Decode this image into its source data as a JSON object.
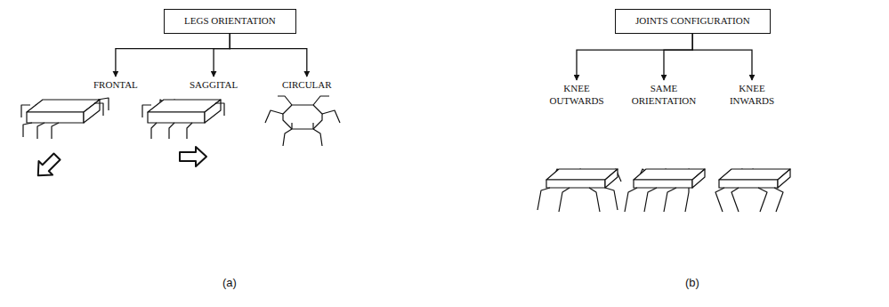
{
  "diagram": {
    "nodes": [
      {
        "text": [
          "LEGS ORIENTATION"
        ]
      },
      {
        "text": [
          "FRONTAL"
        ]
      },
      {
        "text": [
          "SAGGITAL"
        ]
      },
      {
        "text": [
          "CIRCULAR"
        ]
      },
      {
        "text": [
          "JOINTS CONFIGURATION"
        ]
      },
      {
        "text": [
          "KNEE OUTWARDS"
        ]
      },
      {
        "text": [
          "SAME ORIENTATION"
        ]
      },
      {
        "text": [
          "KNEE INWARDS"
        ]
      }
    ],
    "edges": [
      {
        "from": 0,
        "to": 1,
        "arrow": "to"
      },
      {
        "from": 0,
        "to": 2,
        "arrow": "to"
      },
      {
        "from": 0,
        "to": 3,
        "arrow": "to"
      },
      {
        "from": 4,
        "to": 5,
        "arrow": "to"
      },
      {
        "from": 4,
        "to": 6,
        "arrow": "to"
      },
      {
        "from": 4,
        "to": 7,
        "arrow": "to"
      }
    ],
    "labels": [
      "(a)",
      "(b)"
    ]
  }
}
